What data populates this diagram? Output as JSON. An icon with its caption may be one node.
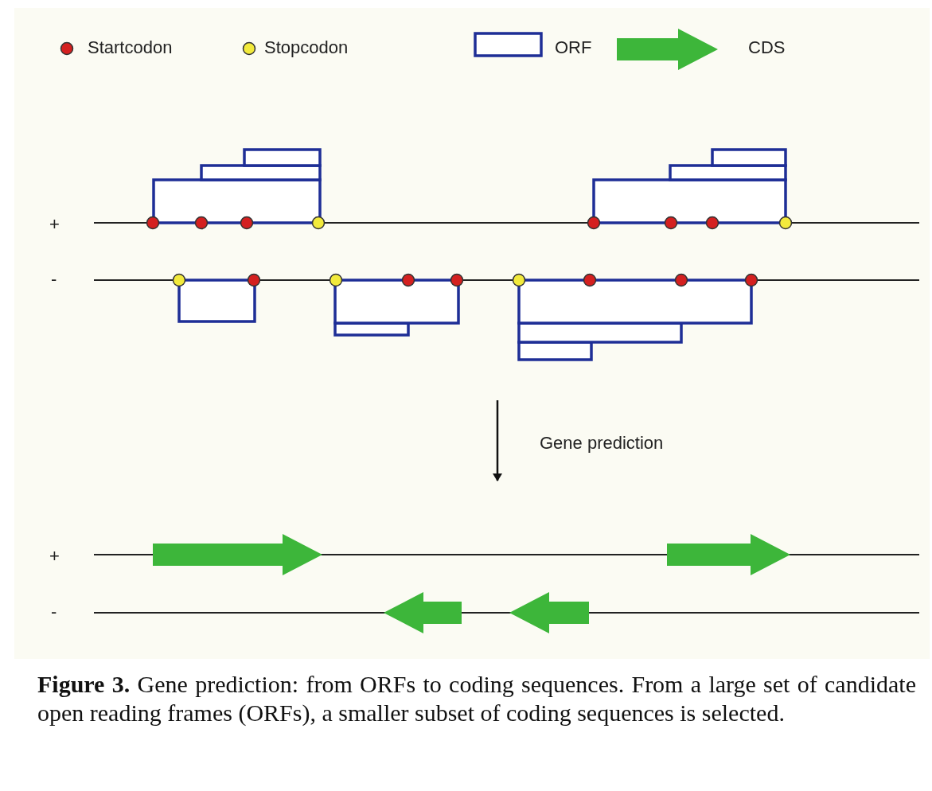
{
  "diagram": {
    "caption": "**Figure 3.** Gene prediction: from ORFs to coding sequences. From a large set of candidate open reading frames (ORFs), a smaller subset of coding sequences is selected.",
    "labels": [
      "+",
      "-",
      "Gene prediction",
      "+",
      "-"
    ],
    "legend": [
      {
        "text": "Startcodon",
        "color": "#d42020"
      },
      {
        "text": "Stopcodon",
        "color": "#f2ea3c"
      },
      {
        "text": "ORF"
      },
      {
        "text": "CDS"
      }
    ]
  }
}
